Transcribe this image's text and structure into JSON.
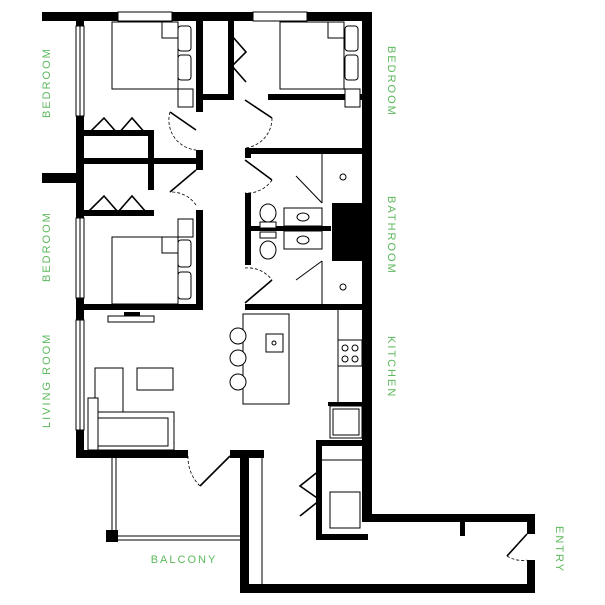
{
  "rooms": {
    "bedroom_top_left": "BEDROOM",
    "bedroom_top_right": "BEDROOM",
    "bedroom_lower_left": "BEDROOM",
    "bathroom": "BATHROOM",
    "living_room": "LIVING ROOM",
    "kitchen": "KITCHEN",
    "balcony": "BALCONY",
    "entry": "ENTRY"
  },
  "colors": {
    "label": "#5cb85c",
    "wall": "#000000",
    "background": "#ffffff"
  }
}
